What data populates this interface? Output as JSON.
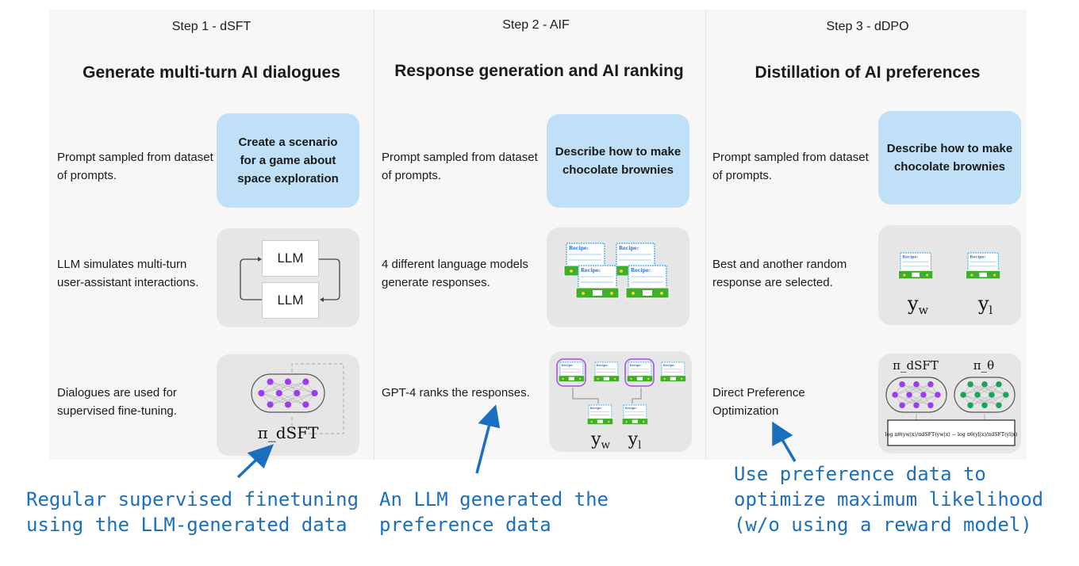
{
  "columns": [
    {
      "step": "Step 1 - dSFT",
      "heading": "Generate multi-turn AI dialogues",
      "rows": [
        {
          "text": "Prompt sampled from dataset of prompts.",
          "box_text": "Create a scenario for a game about space exploration"
        },
        {
          "text": "LLM simulates multi-turn user-assistant interactions.",
          "llm_labels": [
            "LLM",
            "LLM"
          ]
        },
        {
          "text": "Dialogues are used for supervised fine-tuning.",
          "caption": "π_dSFT"
        }
      ]
    },
    {
      "step": "Step 2 - AIF",
      "heading": "Response generation and AI ranking",
      "rows": [
        {
          "text": "Prompt sampled from dataset of prompts.",
          "box_text": "Describe how to make chocolate brownies"
        },
        {
          "text": "4 different language models generate responses."
        },
        {
          "text": "GPT-4 ranks the responses.",
          "labels": [
            "y_w",
            "y_l"
          ]
        }
      ]
    },
    {
      "step": "Step 3 - dDPO",
      "heading": "Distillation of AI preferences",
      "rows": [
        {
          "text": "Prompt sampled from dataset of prompts.",
          "box_text": "Describe how to make chocolate brownies"
        },
        {
          "text": "Best and another random response are selected.",
          "labels": [
            "y_w",
            "y_l"
          ]
        },
        {
          "text": "Direct Preference Optimization",
          "models": [
            "π_dSFT",
            "π_θ"
          ],
          "formula": "log πθ(yw|x)/πdSFT(yw|x) − log πθ(yl|x)/πdSFT(yl|x)"
        }
      ]
    }
  ],
  "recipe_title": "Recipe:",
  "annotations": [
    "Regular supervised finetuning\nusing the LLM-generated data",
    "An LLM generated the\npreference data",
    "Use preference data to\noptimize maximum likelihood\n(w/o using a reward model)"
  ],
  "colors": {
    "accent": "#1b6fbf",
    "prompt_box": "#bfe0f7",
    "purple_node": "#9b3cf0",
    "green_node": "#1aa35a",
    "card_box": "#3fae2a"
  }
}
